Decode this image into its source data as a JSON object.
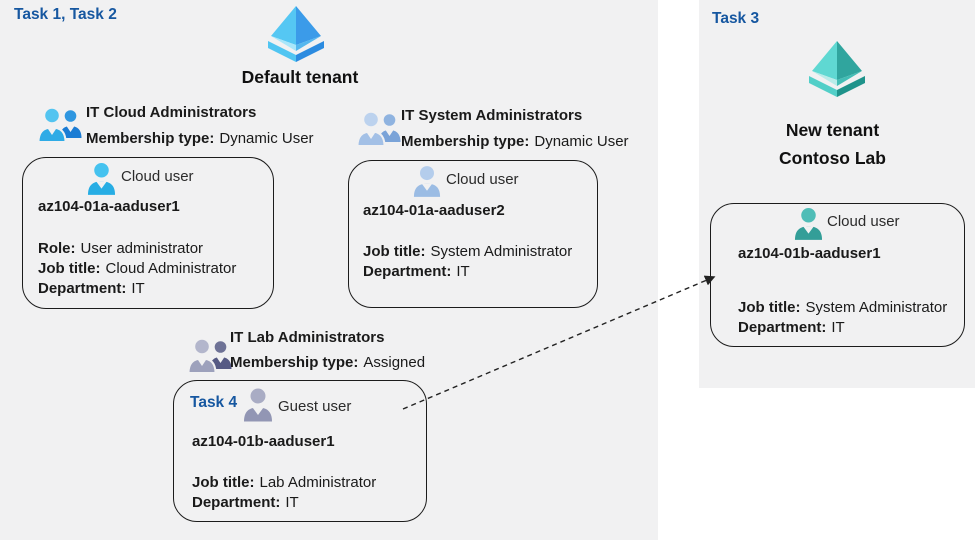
{
  "colors": {
    "panel_bg": "#f1f1f2",
    "task_label_blue": "#1657a0",
    "box_border": "#1c1c1c",
    "azure_blue_face_light": "#55c7f3",
    "azure_blue_face_dark": "#3b9be9",
    "azure_teal_face_light": "#5fd8d2",
    "azure_teal_face_dark": "#30a59e",
    "user_cyan": "#27ade4",
    "user_steel": "#9bbce4",
    "user_gray": "#9296b4",
    "user_teal": "#339e98"
  },
  "left_panel": {
    "task_label": "Task 1, Task 2",
    "tenant_icon": "azure-ad-pyramid-blue",
    "tenant_name": "Default tenant",
    "groups": [
      {
        "icon": "two-users-blue",
        "title": "IT Cloud Administrators",
        "membership_label": "Membership type:",
        "membership_value": "Dynamic User"
      },
      {
        "icon": "two-users-steel",
        "title": "IT System Administrators",
        "membership_label": "Membership type:",
        "membership_value": "Dynamic User"
      },
      {
        "icon": "two-users-gray",
        "title": "IT Lab Administrators",
        "membership_label": "Membership type:",
        "membership_value": "Assigned"
      }
    ],
    "cards": {
      "cloud1": {
        "icon": "single-user-cyan",
        "type_label": "Cloud user",
        "name": "az104-01a-aaduser1",
        "role_label": "Role:",
        "role_value": "User administrator",
        "job_label": "Job title:",
        "job_value": "Cloud Administrator",
        "dept_label": "Department:",
        "dept_value": "IT"
      },
      "cloud2": {
        "icon": "single-user-steel",
        "type_label": "Cloud user",
        "name": "az104-01a-aaduser2",
        "job_label": "Job title:",
        "job_value": "System Administrator",
        "dept_label": "Department:",
        "dept_value": "IT"
      },
      "guest": {
        "task_label": "Task 4",
        "icon": "single-user-gray",
        "type_label": "Guest user",
        "name": "az104-01b-aaduser1",
        "job_label": "Job title:",
        "job_value": "Lab Administrator",
        "dept_label": "Department:",
        "dept_value": "IT"
      }
    }
  },
  "right_panel": {
    "task_label": "Task 3",
    "tenant_icon": "azure-ad-pyramid-teal",
    "tenant_name_line1": "New tenant",
    "tenant_name_line2": "Contoso Lab",
    "card": {
      "icon": "single-user-teal",
      "type_label": "Cloud user",
      "name": "az104-01b-aaduser1",
      "job_label": "Job title:",
      "job_value": "System Administrator",
      "dept_label": "Department:",
      "dept_value": "IT"
    }
  },
  "arrow": {
    "style": "dashed",
    "from": "guest-user-card",
    "to": "new-tenant-cloud-user-card"
  }
}
